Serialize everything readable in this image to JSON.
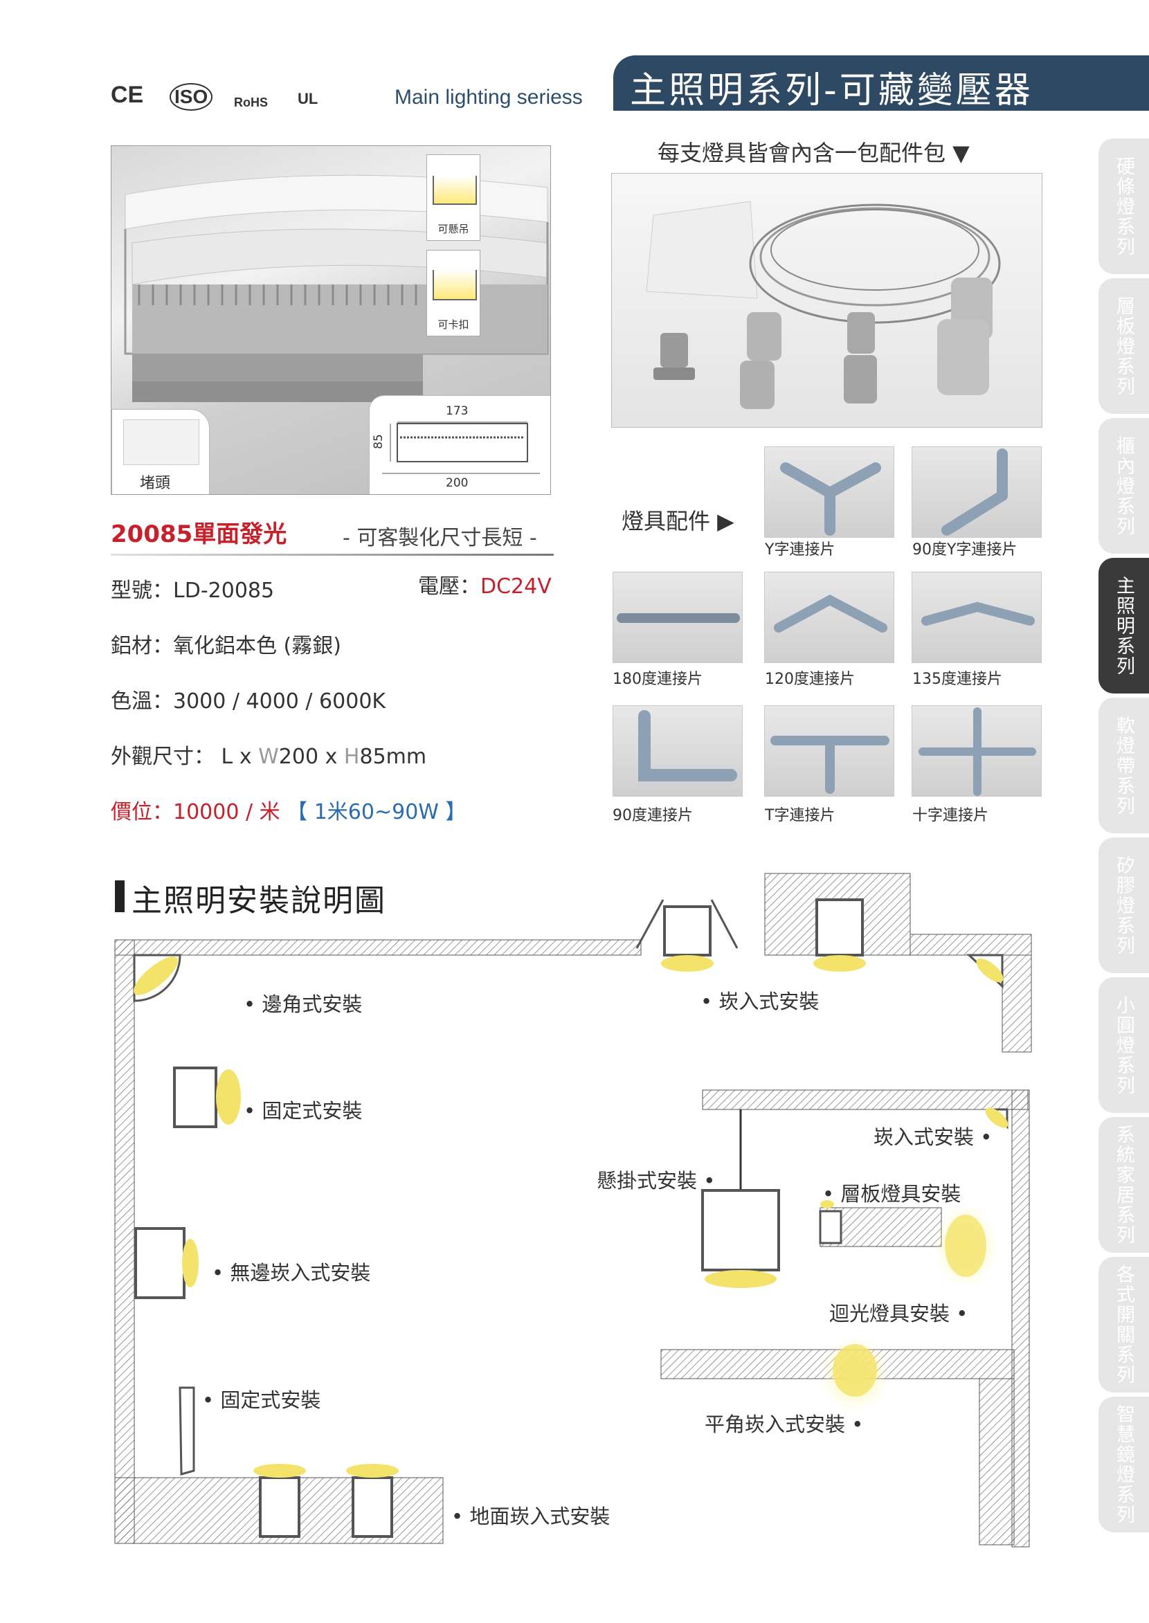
{
  "header": {
    "certifications": [
      "CE",
      "ISO",
      "RoHS",
      "UL"
    ],
    "series_en": "Main lighting seriess",
    "title": "主照明系列-可藏變壓器"
  },
  "side_tabs": [
    {
      "label": "硬條燈系列",
      "active": false
    },
    {
      "label": "層板燈系列",
      "active": false
    },
    {
      "label": "櫃內燈系列",
      "active": false
    },
    {
      "label": "主照明系列",
      "active": true
    },
    {
      "label": "軟燈帶系列",
      "active": false
    },
    {
      "label": "矽膠燈系列",
      "active": false
    },
    {
      "label": "小圓燈系列",
      "active": false
    },
    {
      "label": "系統家居系列",
      "active": false
    },
    {
      "label": "各式開關系列",
      "active": false
    },
    {
      "label": "智慧鏡燈系列",
      "active": false
    }
  ],
  "product_photo": {
    "mount_pendant": "可懸吊",
    "mount_clip": "可卡扣",
    "end_cap": "堵頭",
    "dim_width_inner": "173",
    "dim_width_outer": "200",
    "dim_height": "85"
  },
  "product": {
    "name": "20085單面發光",
    "custom": "- 可客製化尺寸長短 -",
    "model_label": "型號：",
    "model": "LD-20085",
    "voltage_label": "電壓：",
    "voltage": "DC24V",
    "material": "鋁材：氧化鋁本色 (霧銀)",
    "color_temp": "色溫：3000 / 4000 / 6000K",
    "size_label": "外觀尺寸：",
    "size_l": "L",
    "size_x1": "x",
    "size_w": "W",
    "size_w_val": "200",
    "size_x2": "x",
    "size_h": "H",
    "size_h_val": "85mm",
    "price": "價位：10000 / 米",
    "power": "【 1米60~90W 】"
  },
  "accessories": {
    "caption": "每支燈具皆會內含一包配件包 ▼",
    "fittings_label": "燈具配件 ▶",
    "parts": [
      {
        "label": "Y字連接片"
      },
      {
        "label": "90度Y字連接片"
      },
      {
        "label": "180度連接片"
      },
      {
        "label": "120度連接片"
      },
      {
        "label": "135度連接片"
      },
      {
        "label": "90度連接片"
      },
      {
        "label": "T字連接片"
      },
      {
        "label": "十字連接片"
      }
    ]
  },
  "install": {
    "title": "主照明安裝說明圖",
    "labels": {
      "corner": "• 邊角式安裝",
      "recessed_top": "• 崁入式安裝",
      "fixed1": "• 固定式安裝",
      "recessed_right": "崁入式安裝 •",
      "pendant": "懸掛式安裝 •",
      "shelf": "• 層板燈具安裝",
      "frameless": "• 無邊崁入式安裝",
      "cove": "迴光燈具安裝 •",
      "fixed2": "• 固定式安裝",
      "flat_recessed": "平角崁入式安裝 •",
      "floor": "• 地面崁入式安裝"
    }
  }
}
